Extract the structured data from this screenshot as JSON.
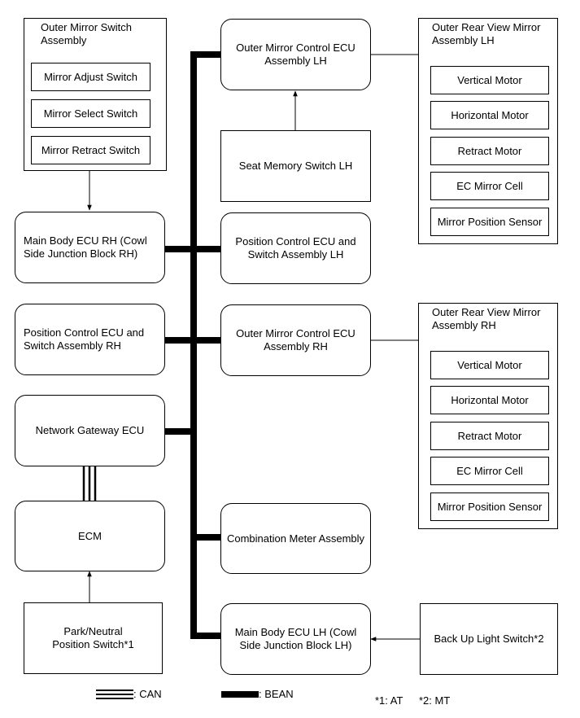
{
  "boxes": {
    "outer_mirror_switch_assembly": "Outer Mirror Switch Assembly",
    "mirror_adjust_switch": "Mirror Adjust Switch",
    "mirror_select_switch": "Mirror Select Switch",
    "mirror_retract_switch": "Mirror Retract Switch",
    "main_body_ecu_rh": "Main Body ECU RH (Cowl Side Junction Block RH)",
    "position_control_ecu_rh": "Position Control ECU and Switch Assembly RH",
    "network_gateway_ecu": "Network Gateway ECU",
    "ecm": "ECM",
    "park_neutral_position_switch": "Park/Neutral Position Switch*1",
    "outer_mirror_control_ecu_lh": "Outer Mirror Control ECU Assembly LH",
    "seat_memory_switch_lh": "Seat Memory Switch LH",
    "position_control_ecu_lh": "Position Control ECU and Switch Assembly LH",
    "outer_mirror_control_ecu_rh": "Outer Mirror Control ECU Assembly RH",
    "combination_meter_assembly": "Combination Meter Assembly",
    "main_body_ecu_lh": "Main Body ECU LH (Cowl Side Junction Block LH)",
    "back_up_light_switch": "Back Up Light Switch*2",
    "outer_rear_view_mirror_lh": "Outer Rear View Mirror Assembly LH",
    "outer_rear_view_mirror_rh": "Outer Rear View Mirror Assembly RH"
  },
  "mirror_lh_items": [
    "Vertical Motor",
    "Horizontal Motor",
    "Retract Motor",
    "EC Mirror Cell",
    "Mirror Position Sensor"
  ],
  "mirror_rh_items": [
    "Vertical Motor",
    "Horizontal Motor",
    "Retract Motor",
    "EC Mirror Cell",
    "Mirror Position Sensor"
  ],
  "legend": {
    "can": ": CAN",
    "bean": ": BEAN",
    "note1": "*1: AT",
    "note2": "*2: MT"
  }
}
